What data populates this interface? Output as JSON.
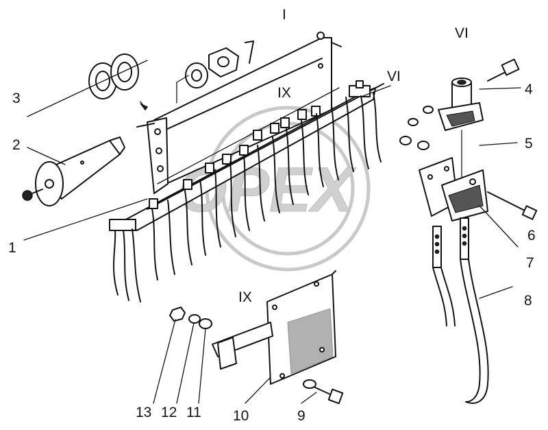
{
  "diagram": {
    "view_labels": {
      "main_view": "I",
      "view_vi_top": "VI",
      "view_vi_detail": "VI",
      "view_ix_on_frame": "IX",
      "view_ix_detail": "IX"
    },
    "watermark_text": "OPEX",
    "callouts": [
      "1",
      "2",
      "3",
      "4",
      "5",
      "6",
      "7",
      "8",
      "9",
      "10",
      "11",
      "12",
      "13"
    ]
  }
}
